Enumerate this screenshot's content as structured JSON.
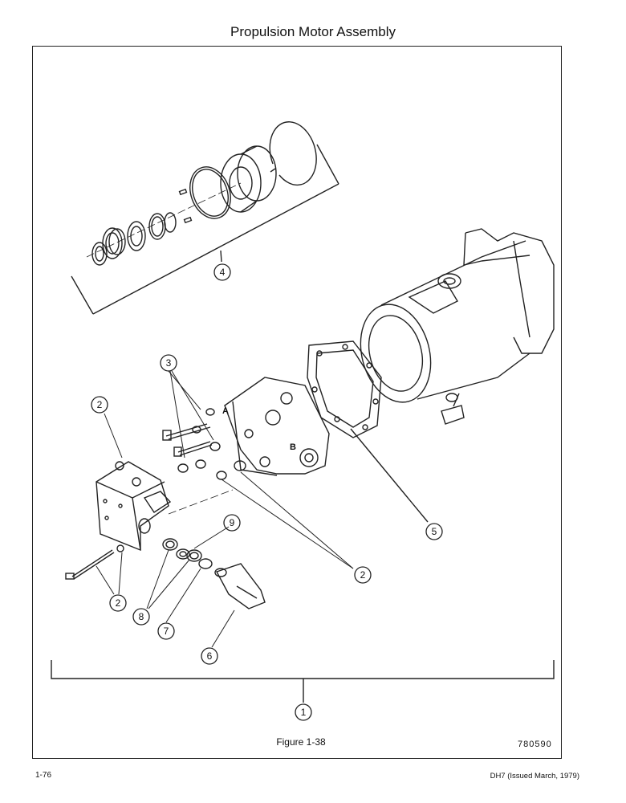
{
  "page": {
    "title": "Propulsion Motor Assembly",
    "figure_caption": "Figure 1-38",
    "figure_number": "780590",
    "page_number": "1-76",
    "doc_reference": "DH7 (Issued March, 1979)"
  },
  "callouts": [
    "1",
    "2",
    "2",
    "2",
    "3",
    "4",
    "5",
    "6",
    "7",
    "8",
    "9"
  ],
  "port_labels": [
    "A",
    "B"
  ]
}
